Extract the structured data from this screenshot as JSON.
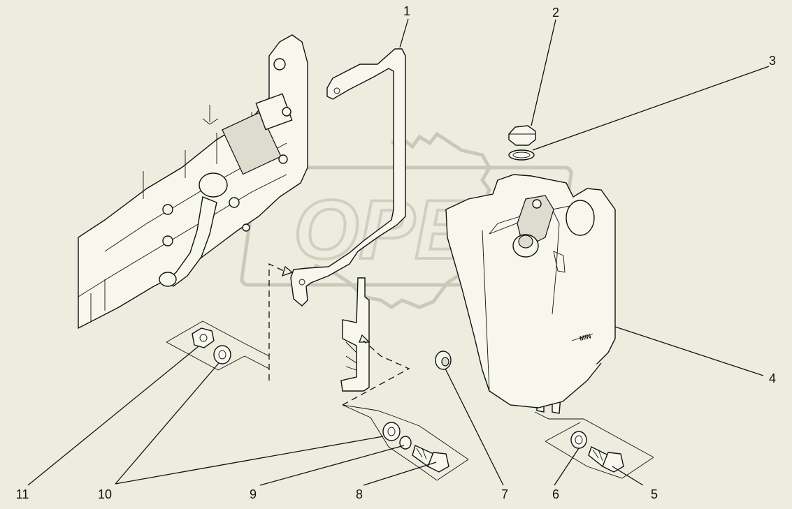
{
  "diagram": {
    "callouts": [
      {
        "id": "1",
        "text": "1"
      },
      {
        "id": "2",
        "text": "2"
      },
      {
        "id": "3",
        "text": "3"
      },
      {
        "id": "4",
        "text": "4"
      },
      {
        "id": "5",
        "text": "5"
      },
      {
        "id": "6",
        "text": "6"
      },
      {
        "id": "7",
        "text": "7"
      },
      {
        "id": "8",
        "text": "8"
      },
      {
        "id": "9",
        "text": "9"
      },
      {
        "id": "10",
        "text": "10"
      },
      {
        "id": "11",
        "text": "11"
      }
    ],
    "tank_marking": "MIN",
    "watermark_text": "OPEX"
  }
}
